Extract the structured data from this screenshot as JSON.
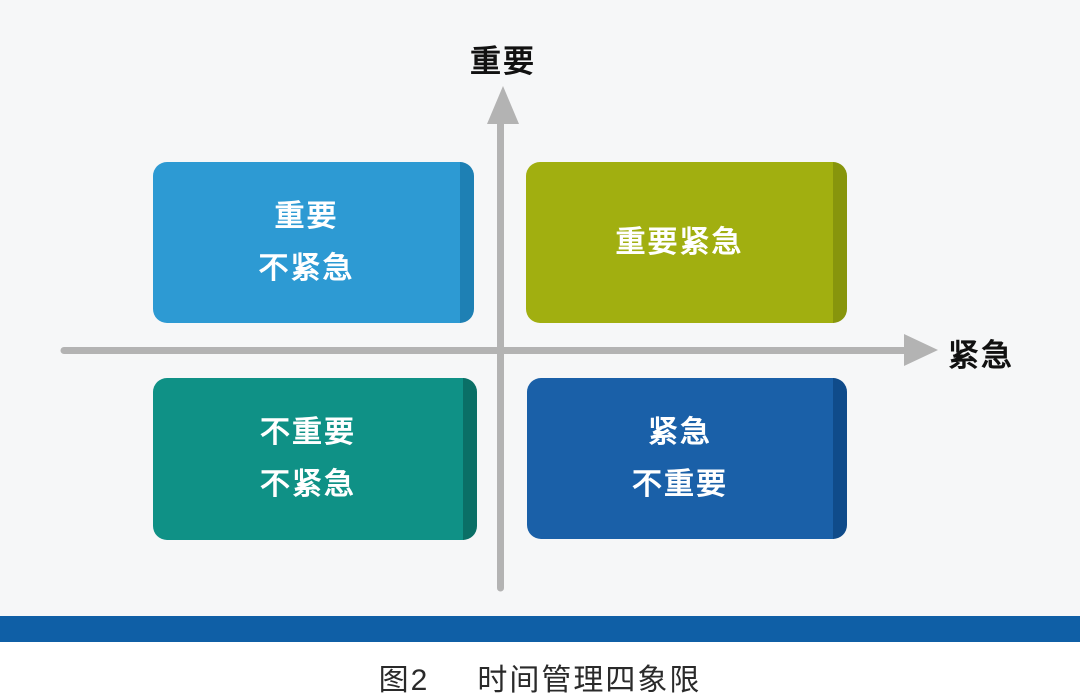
{
  "diagram": {
    "axes": {
      "y_label": "重要",
      "x_label": "紧急"
    },
    "quadrants": {
      "top_left": {
        "lines": [
          "重要",
          "不紧急"
        ]
      },
      "top_right": {
        "lines": [
          "重要紧急"
        ]
      },
      "bottom_left": {
        "lines": [
          "不重要",
          "不紧急"
        ]
      },
      "bottom_right": {
        "lines": [
          "紧急",
          "不重要"
        ]
      }
    },
    "colors": {
      "top_left": {
        "fill": "#2D9AD3",
        "edge": "#1E80B4"
      },
      "top_right": {
        "fill": "#A1AF10",
        "edge": "#87950C"
      },
      "bottom_left": {
        "fill": "#0F9186",
        "edge": "#0A6F66"
      },
      "bottom_right": {
        "fill": "#1A60A8",
        "edge": "#0F4B8A"
      },
      "axis": "#b3b3b3",
      "bottom_bar": "#0F5FA6"
    }
  },
  "caption": {
    "figure_label": "图2",
    "title": "时间管理四象限"
  }
}
